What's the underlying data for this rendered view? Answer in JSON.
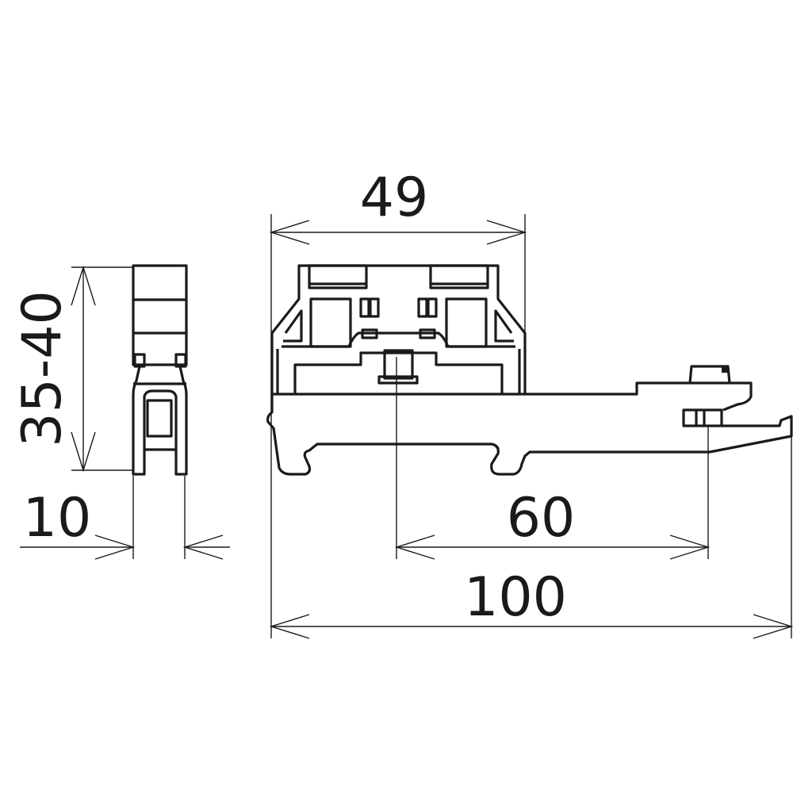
{
  "drawing": {
    "dimensions": {
      "width_top": "49",
      "height": "35-40",
      "thickness": "10",
      "screw_offset": "60",
      "total_length": "100"
    },
    "line_color": "#1a1a1a",
    "background": "#ffffff"
  }
}
